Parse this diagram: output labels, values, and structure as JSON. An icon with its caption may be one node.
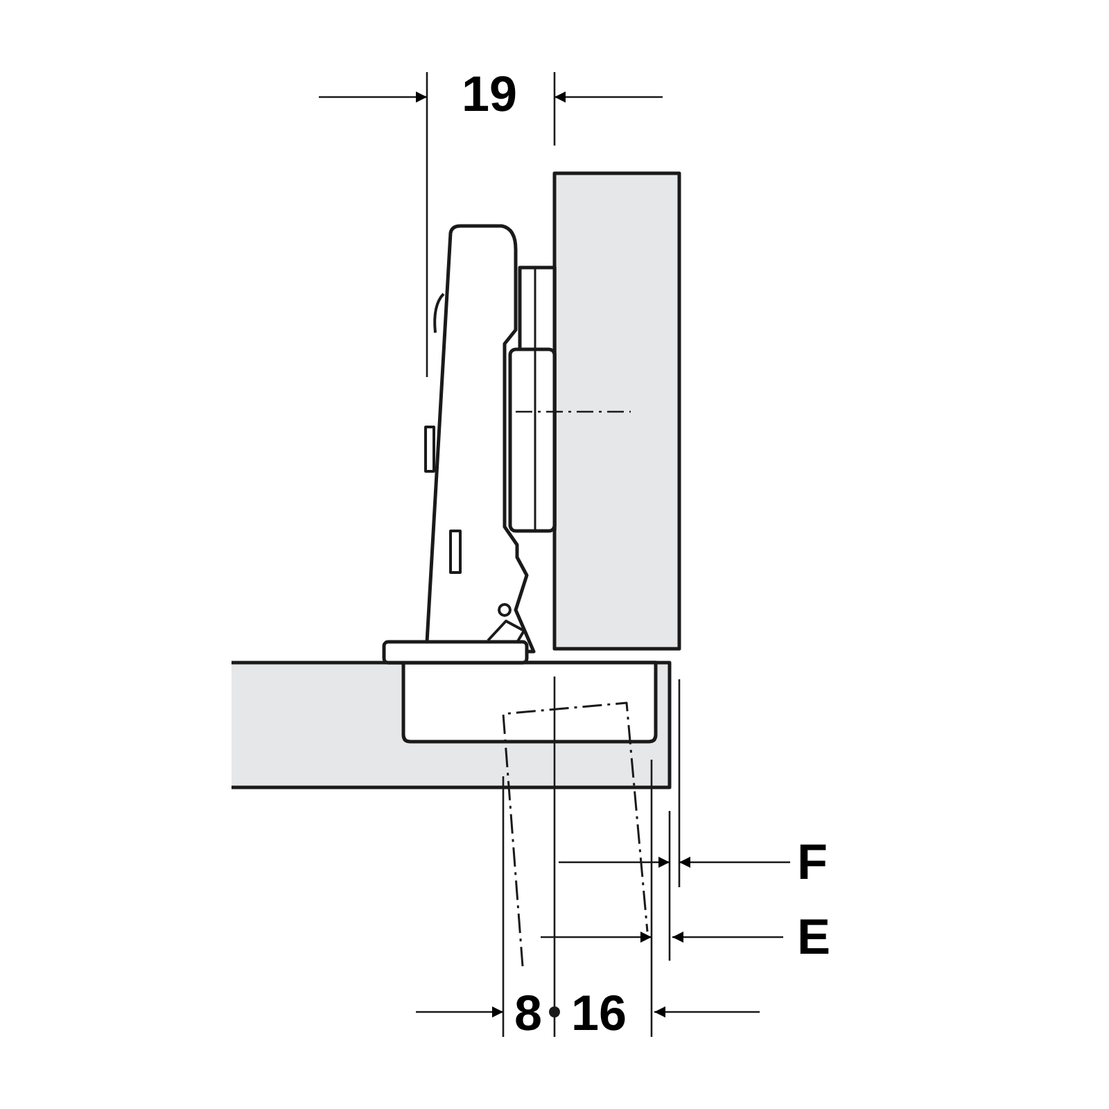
{
  "diagram": {
    "labels": [
      "19",
      "F",
      "E",
      "8",
      "16"
    ]
  }
}
